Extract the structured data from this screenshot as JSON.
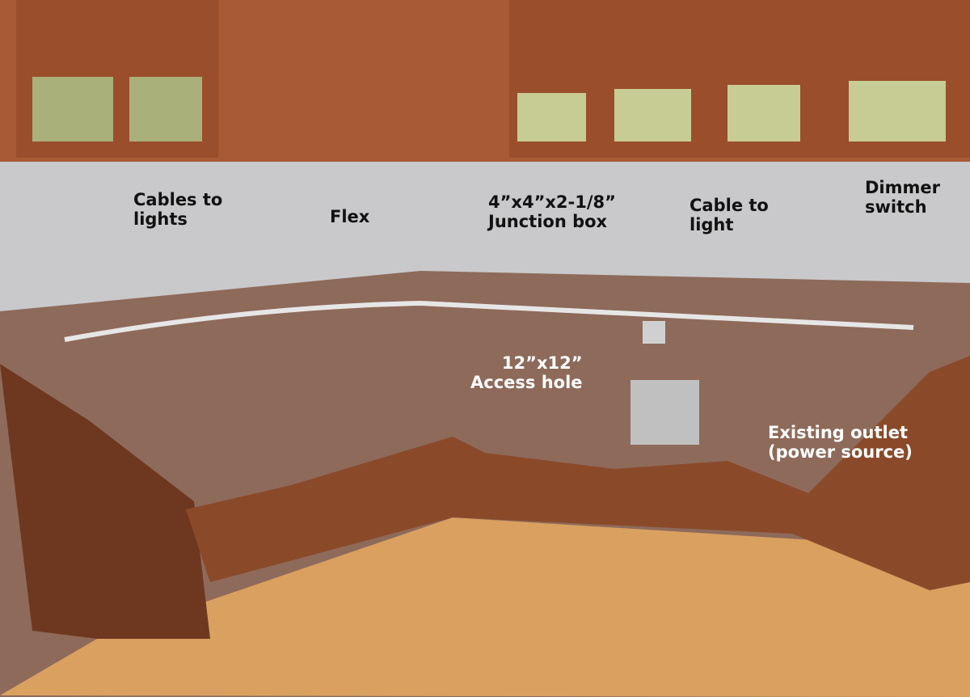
{
  "labels": {
    "cables_to_lights": [
      "Cables to",
      "lights"
    ],
    "flex": "Flex",
    "junction_box": [
      "4”x4”x2-1/8”",
      "Junction box"
    ],
    "cable_to_light": [
      "Cable to",
      "light"
    ],
    "dimmer_switch": [
      "Dimmer",
      "switch"
    ],
    "access_hole": [
      "12”x12”",
      "Access hole"
    ],
    "existing_outlet": [
      "Existing outlet",
      "(power source)"
    ]
  },
  "colors": {
    "cabinet": "#8a4a2a",
    "wall": "#c9c9cb",
    "floor": "#d9a060",
    "wall_lower": "#8e6a5a"
  }
}
